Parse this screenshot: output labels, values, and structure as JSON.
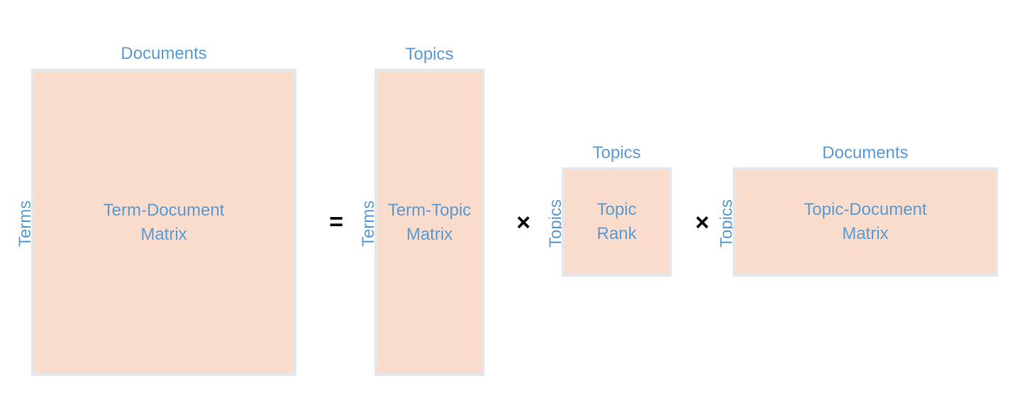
{
  "matrices": {
    "term_document": {
      "line1": "Term-Document",
      "line2": "Matrix",
      "top_axis": "Documents",
      "side_axis": "Terms"
    },
    "term_topic": {
      "line1": "Term-Topic",
      "line2": "Matrix",
      "top_axis": "Topics",
      "side_axis": "Terms"
    },
    "topic_rank": {
      "line1": "Topic",
      "line2": "Rank",
      "top_axis": "Topics",
      "side_axis": "Topics"
    },
    "topic_document": {
      "line1": "Topic-Document",
      "line2": "Matrix",
      "top_axis": "Documents",
      "side_axis": "Topics"
    }
  },
  "operators": {
    "equals": "=",
    "times_1": "×",
    "times_2": "×"
  },
  "colors": {
    "label": "#5b9bd5",
    "matrix_fill": "#fadccc",
    "matrix_border": "#e3e6ea",
    "operator": "#000000"
  }
}
